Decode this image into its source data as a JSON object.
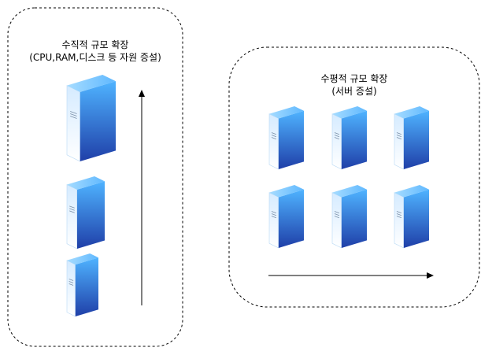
{
  "vertical_scaling": {
    "title": "수직적 규모 확장",
    "subtitle": "(CPU,RAM,디스크 등 자원 증설)",
    "servers": [
      "large",
      "medium",
      "small"
    ]
  },
  "horizontal_scaling": {
    "title": "수평적 규모 확장",
    "subtitle": "(서버 증설)",
    "servers": [
      1,
      2,
      3,
      4,
      5,
      6
    ]
  },
  "colors": {
    "server_front_top": "#4fb3ff",
    "server_front_bottom": "#1f3fa8",
    "server_side_top": "#cfe8ff",
    "server_side_bottom": "#ffffff",
    "server_top": "#8fd3ff",
    "container_border": "#000000",
    "arrow": "#000000"
  }
}
